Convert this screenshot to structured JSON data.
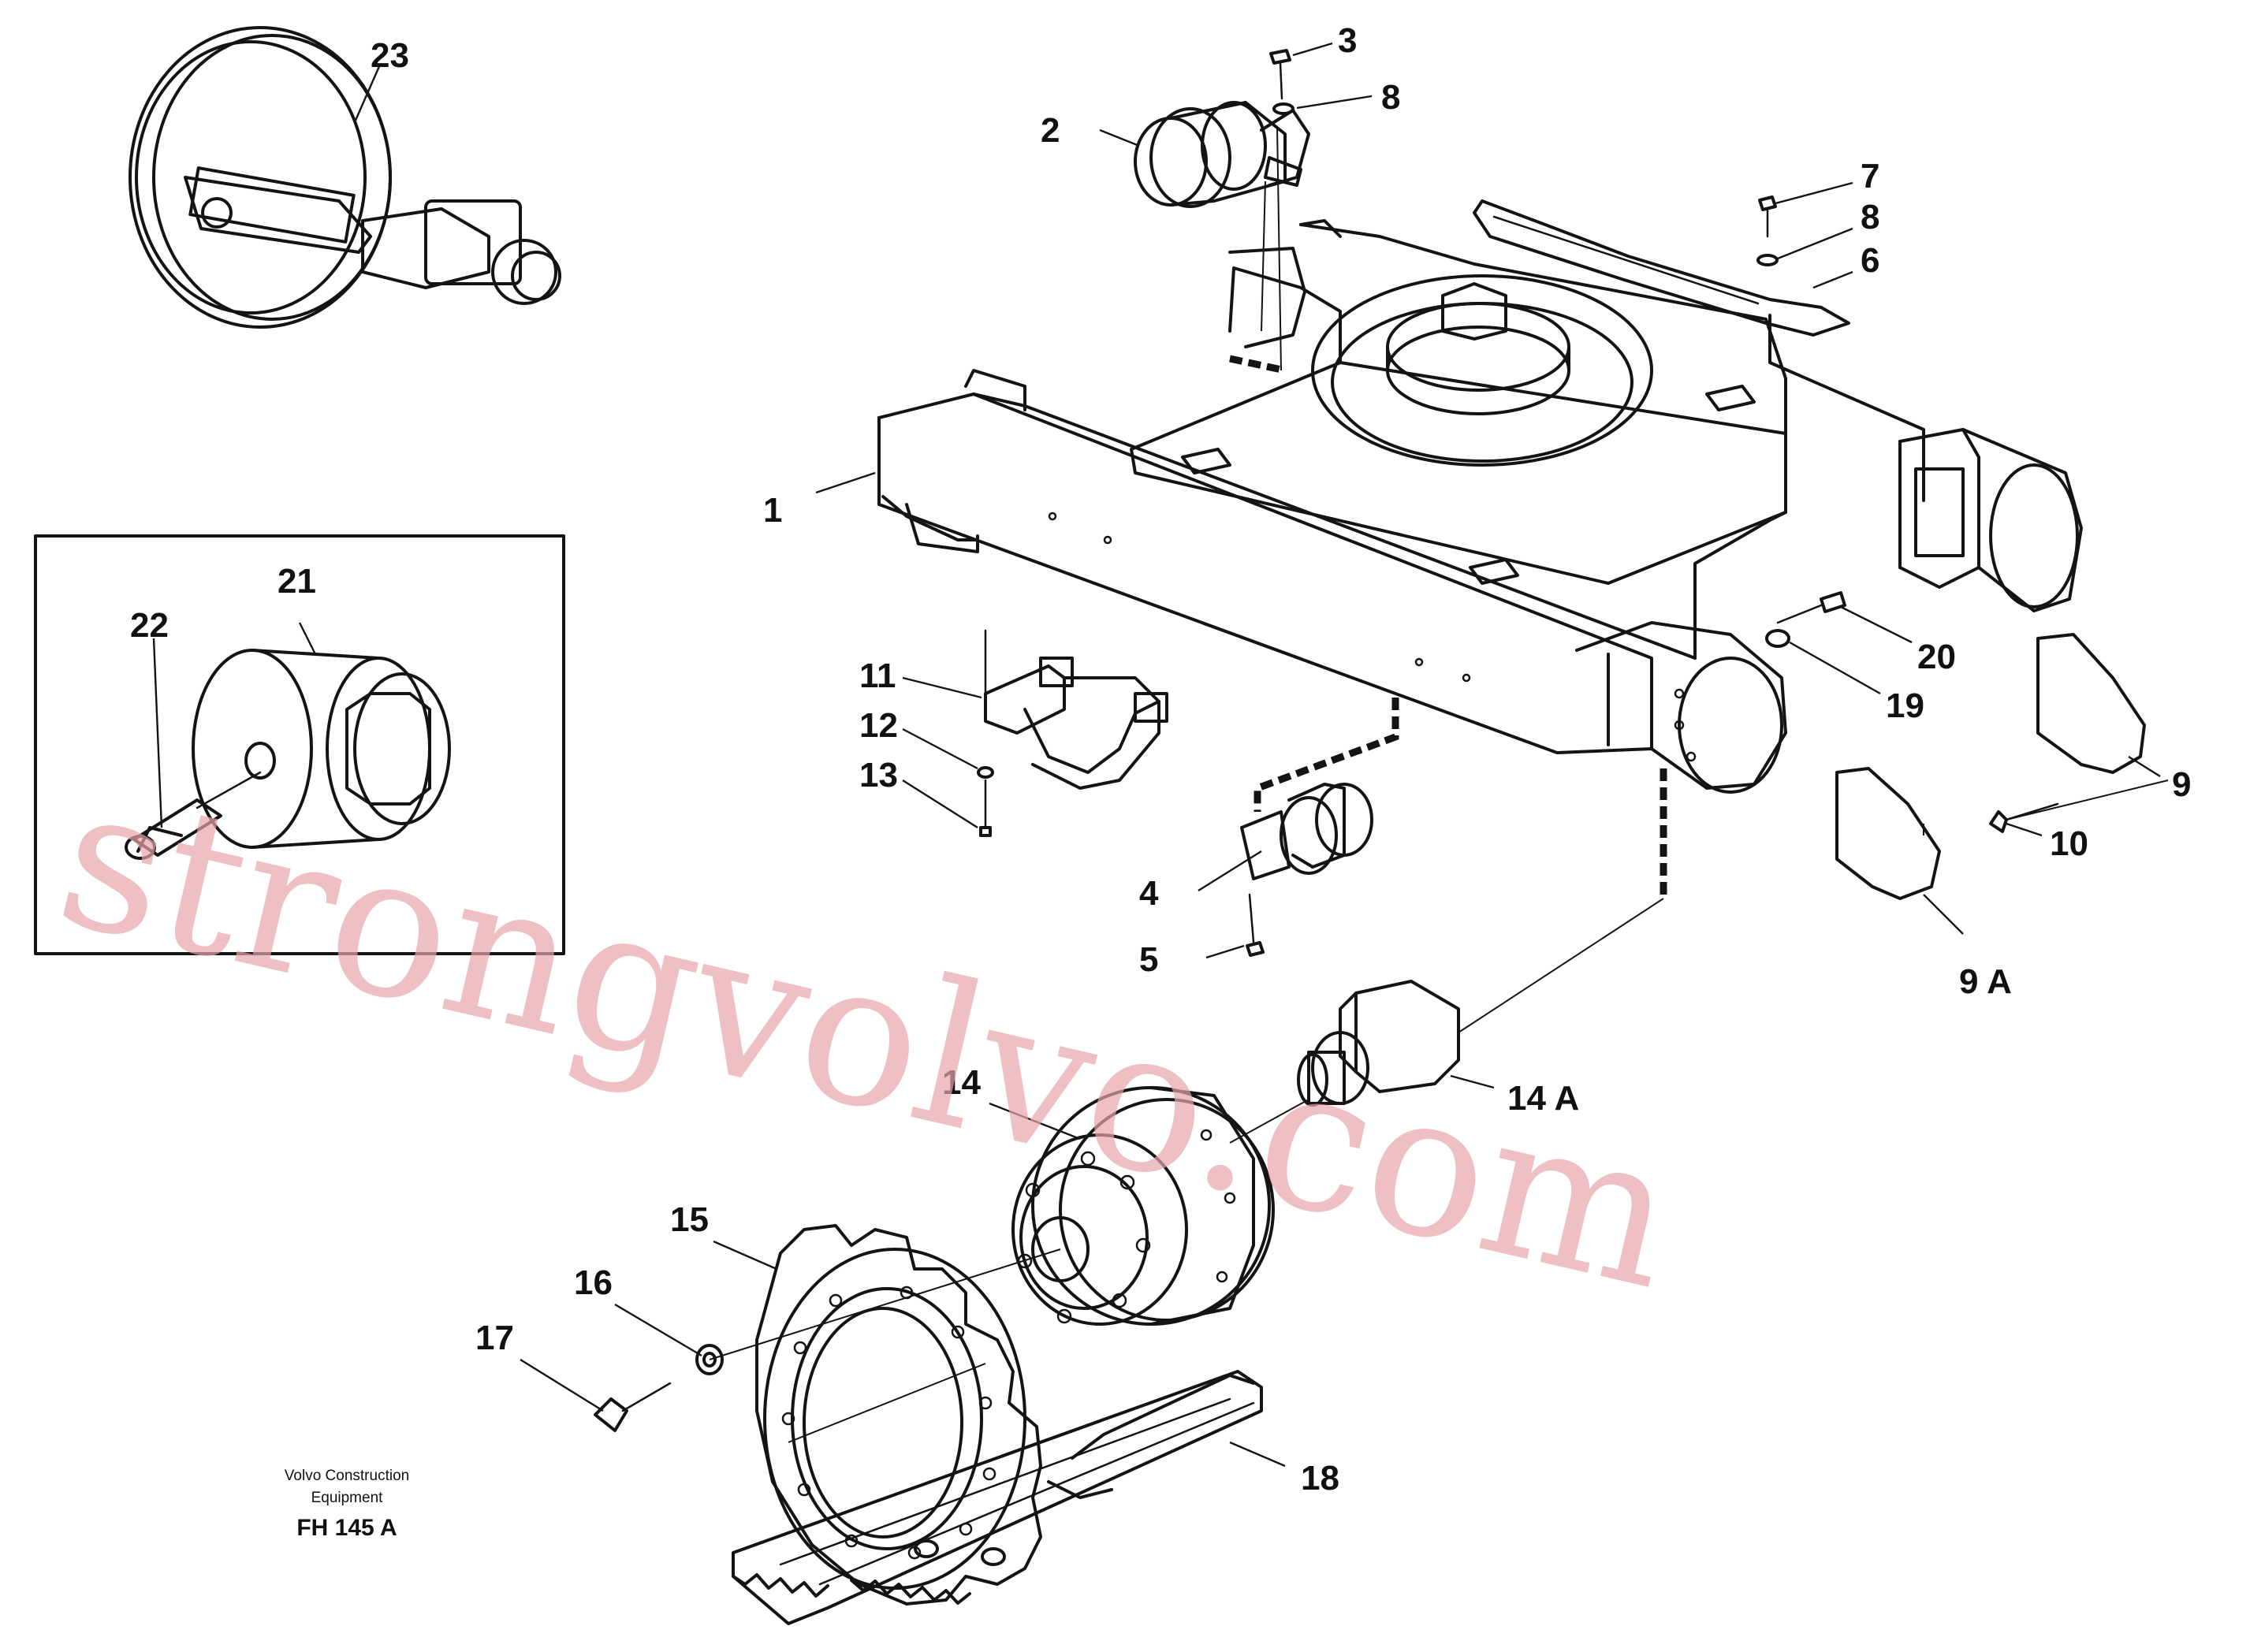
{
  "labels": {
    "p1": "1",
    "p2": "2",
    "p3": "3",
    "p4": "4",
    "p5": "5",
    "p6": "6",
    "p7": "7",
    "p8a": "8",
    "p8b": "8",
    "p9": "9",
    "p9a": "9 A",
    "p10": "10",
    "p11": "11",
    "p12": "12",
    "p13": "13",
    "p14": "14",
    "p14a": "14 A",
    "p15": "15",
    "p16": "16",
    "p17": "17",
    "p18": "18",
    "p19": "19",
    "p20": "20",
    "p21": "21",
    "p22": "22",
    "p23": "23"
  },
  "caption": {
    "line1": "Volvo Construction",
    "line2": "Equipment",
    "code": "FH 145 A"
  },
  "watermark": "strongvolvo.com"
}
